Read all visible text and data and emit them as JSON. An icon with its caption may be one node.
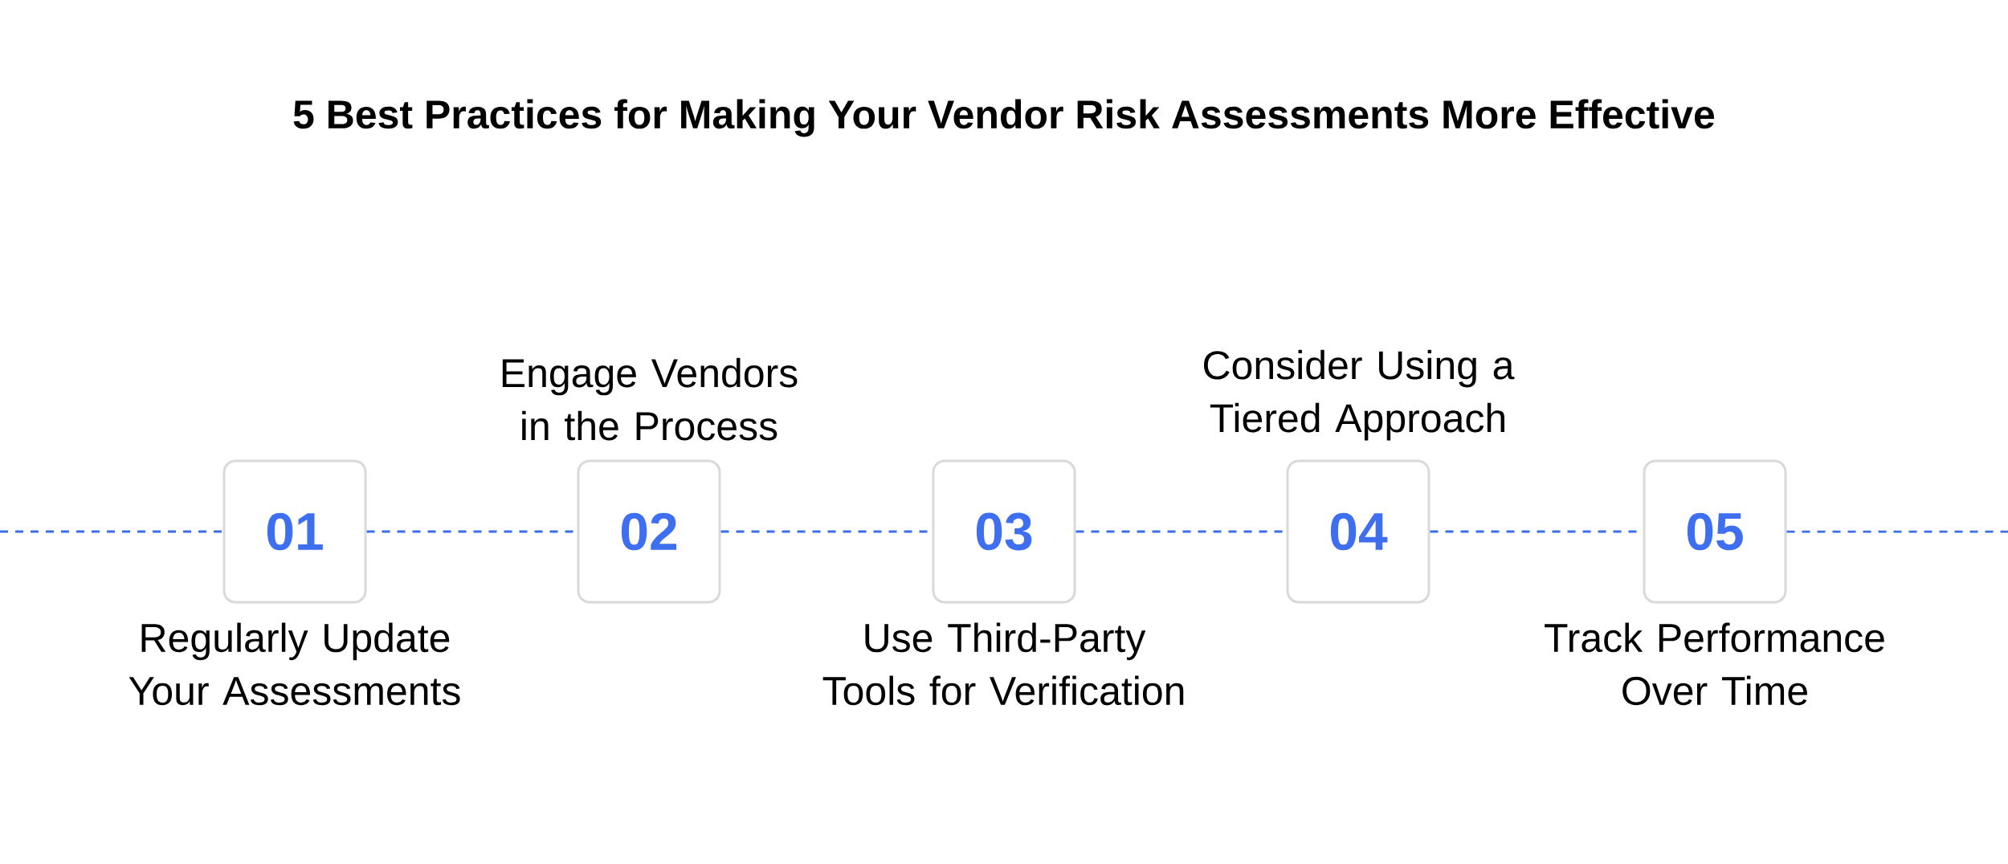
{
  "diagram": {
    "title": "5 Best Practices for Making Your Vendor Risk Assessments More Effective",
    "nodes": [
      {
        "text": [
          "01"
        ],
        "beside": [
          "Regularly Update Your Assessments"
        ]
      },
      {
        "text": [
          "02"
        ],
        "beside": [
          "Engage Vendors in the Process"
        ]
      },
      {
        "text": [
          "03"
        ],
        "beside": [
          "Use Third-Party Tools for Verification"
        ]
      },
      {
        "text": [
          "04"
        ],
        "beside": [
          "Consider Using a Tiered Approach"
        ]
      },
      {
        "text": [
          "05"
        ],
        "beside": [
          "Track Performance Over Time"
        ]
      }
    ],
    "edges": [
      {
        "from": null,
        "to": 0,
        "arrow": "none",
        "style": "dashed"
      },
      {
        "from": 0,
        "to": 1,
        "arrow": "none",
        "style": "dashed"
      },
      {
        "from": 1,
        "to": 2,
        "arrow": "none",
        "style": "dashed"
      },
      {
        "from": 2,
        "to": 3,
        "arrow": "none",
        "style": "dashed"
      },
      {
        "from": 3,
        "to": 4,
        "arrow": "none",
        "style": "dashed"
      },
      {
        "from": 4,
        "to": null,
        "arrow": "none",
        "style": "dashed"
      }
    ]
  }
}
